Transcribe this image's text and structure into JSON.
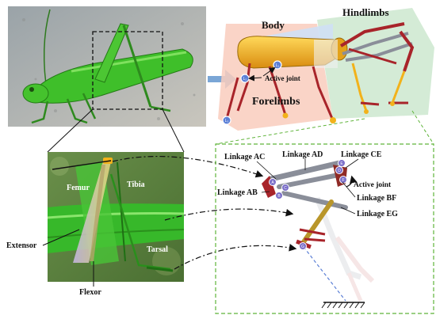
{
  "labels": {
    "body": "Body",
    "hindlimbs": "Hindlimbs",
    "forelimbs": "Forelimbs",
    "active_joint_top": "Active joint",
    "femur": "Femur",
    "tibia": "Tibia",
    "tarsal": "Tarsal",
    "extensor": "Extensor",
    "flexor": "Flexor",
    "linkage_ac": "Linkage AC",
    "linkage_ad": "Linkage AD",
    "linkage_ce": "Linkage CE",
    "active_joint_leg": "Active joint",
    "linkage_bf": "Linkage BF",
    "linkage_ab": "Linkage AB",
    "linkage_eg": "Linkage EG"
  },
  "joint_letters": {
    "a": "A",
    "b": "B",
    "c": "C",
    "d": "D",
    "e": "E",
    "f": "F",
    "g": "G",
    "robot_l1": "L₁",
    "robot_l2": "L₂",
    "robot_l3": "L₃"
  },
  "colors": {
    "grass_green": "#3fbf2a",
    "body_yellow": "#f2b21b",
    "link_red": "#a8242a",
    "link_gray": "#8a8e99",
    "dash_green": "#5fb43a",
    "arrow_blue": "#7aa6d6",
    "forelimb_bg": "#f9cdbd",
    "hindlimb_bg": "#cfe9d2"
  }
}
